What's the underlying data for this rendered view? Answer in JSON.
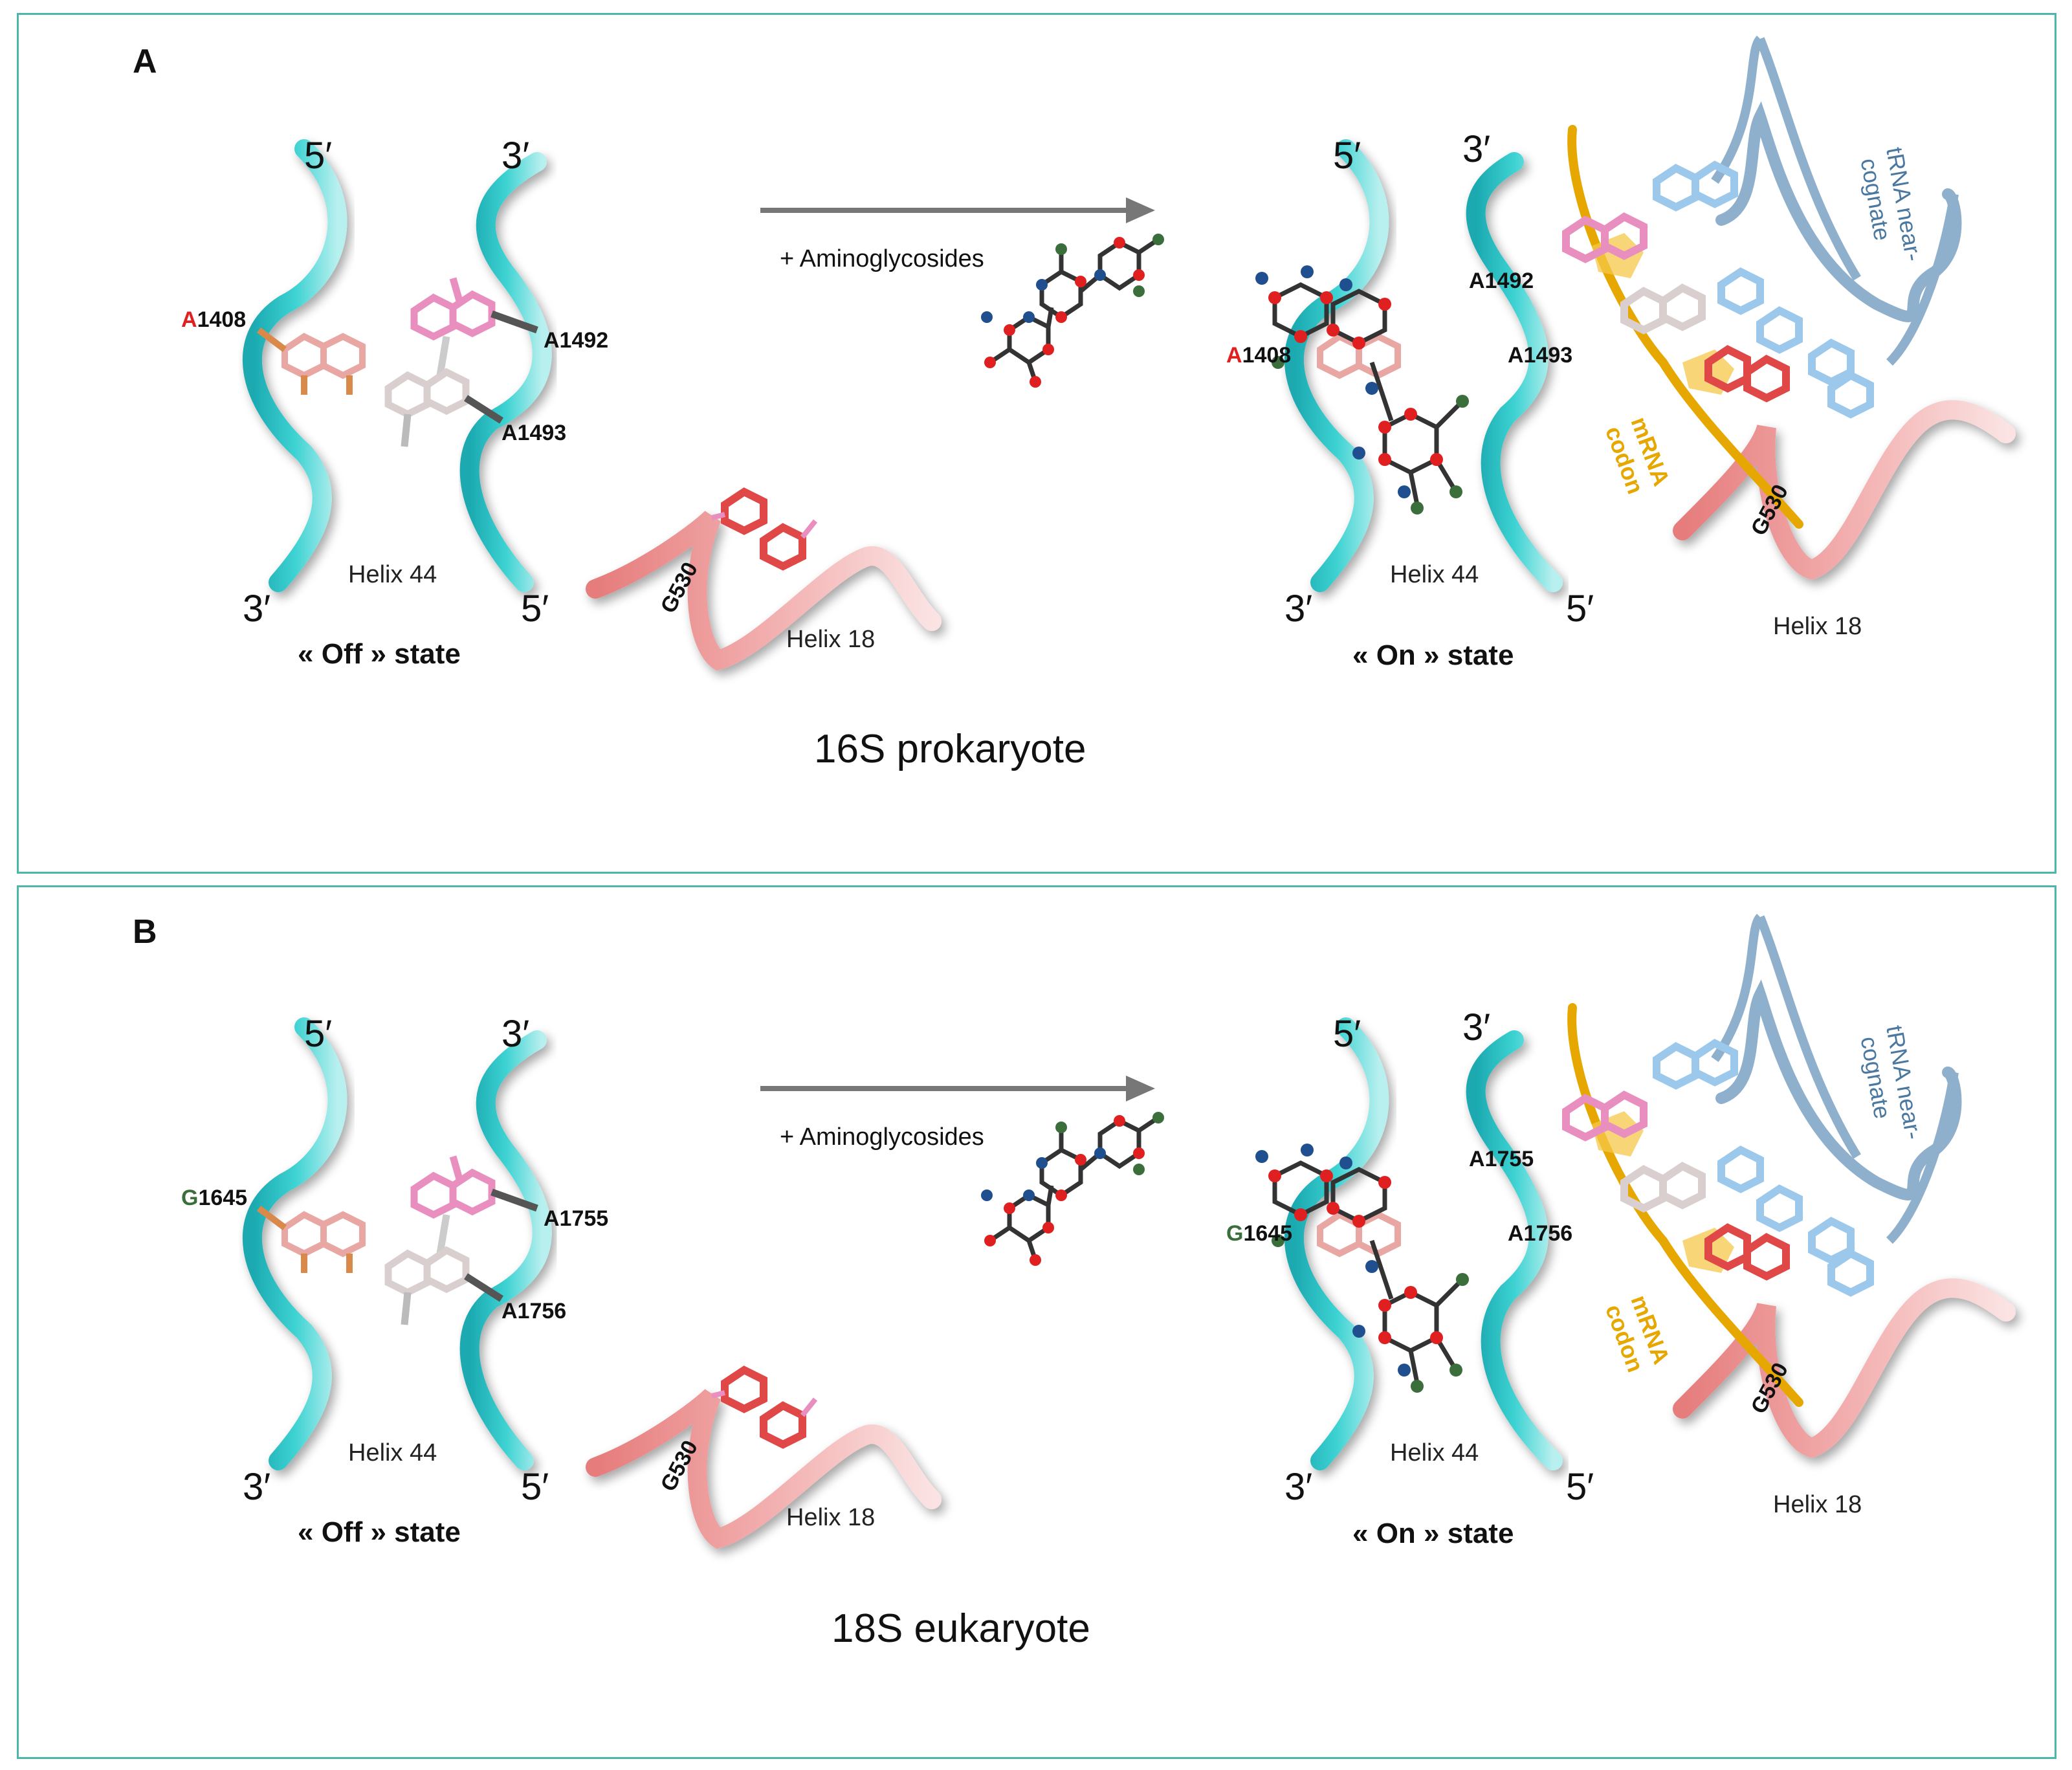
{
  "colors": {
    "panel_border": "#4db6ac",
    "helix44_ribbon": "#2bbfc4",
    "helix18_ribbon": "#e88a8a",
    "trna": "#8fb0cc",
    "trna_bases": "#9cc8ec",
    "mrna": "#e6a800",
    "aminoglycoside_oxygen": "#e02020",
    "aminoglycoside_nitrogen": "#1f4f8f",
    "aminoglycoside_carbon": "#333333",
    "aminoglycoside_green": "#3a6e3a",
    "base_pink": "#e98fc0",
    "base_salmon": "#e8a7a2",
    "base_white": "#e8dede",
    "base_red": "#e04848",
    "residue_red": "#e02020"
  },
  "panels": [
    {
      "letter": "A",
      "arrow_label": "+ Aminoglycosides",
      "title": "16S prokaryote",
      "off": {
        "end_top_left": "5′",
        "end_top_right": "3′",
        "end_bottom_left": "3′",
        "end_bottom_right": "5′",
        "residue_1_prefix": "A",
        "residue_1_number": "1408",
        "residue_2": "A1492",
        "residue_3": "A1493",
        "helix44": "Helix 44",
        "state": "« Off » state"
      },
      "helix18_left": {
        "residue": "G530",
        "label": "Helix 18"
      },
      "on": {
        "end_top_left": "5′",
        "end_top_right": "3′",
        "end_bottom_left": "3′",
        "end_bottom_right": "5′",
        "residue_1_prefix": "A",
        "residue_1_number": "1408",
        "residue_2": "A1492",
        "residue_3": "A1493",
        "helix44": "Helix 44",
        "state": "« On » state",
        "trna_line1": "tRNA near-",
        "trna_line2": "cognate",
        "mrna_line1": "mRNA",
        "mrna_line2": "codon",
        "g530": "G530",
        "helix18": "Helix 18"
      }
    },
    {
      "letter": "B",
      "arrow_label": "+ Aminoglycosides",
      "title": "18S eukaryote",
      "off": {
        "end_top_left": "5′",
        "end_top_right": "3′",
        "end_bottom_left": "3′",
        "end_bottom_right": "5′",
        "residue_1_prefix": "G",
        "residue_1_number": "1645",
        "residue_2": "A1755",
        "residue_3": "A1756",
        "helix44": "Helix 44",
        "state": "« Off » state"
      },
      "helix18_left": {
        "residue": "G530",
        "label": "Helix 18"
      },
      "on": {
        "end_top_left": "5′",
        "end_top_right": "3′",
        "end_bottom_left": "3′",
        "end_bottom_right": "5′",
        "residue_1_prefix": "G",
        "residue_1_number": "1645",
        "residue_2": "A1755",
        "residue_3": "A1756",
        "helix44": "Helix 44",
        "state": "« On » state",
        "trna_line1": "tRNA near-",
        "trna_line2": "cognate",
        "mrna_line1": "mRNA",
        "mrna_line2": "codon",
        "g530": "G530",
        "helix18": "Helix 18"
      }
    }
  ]
}
